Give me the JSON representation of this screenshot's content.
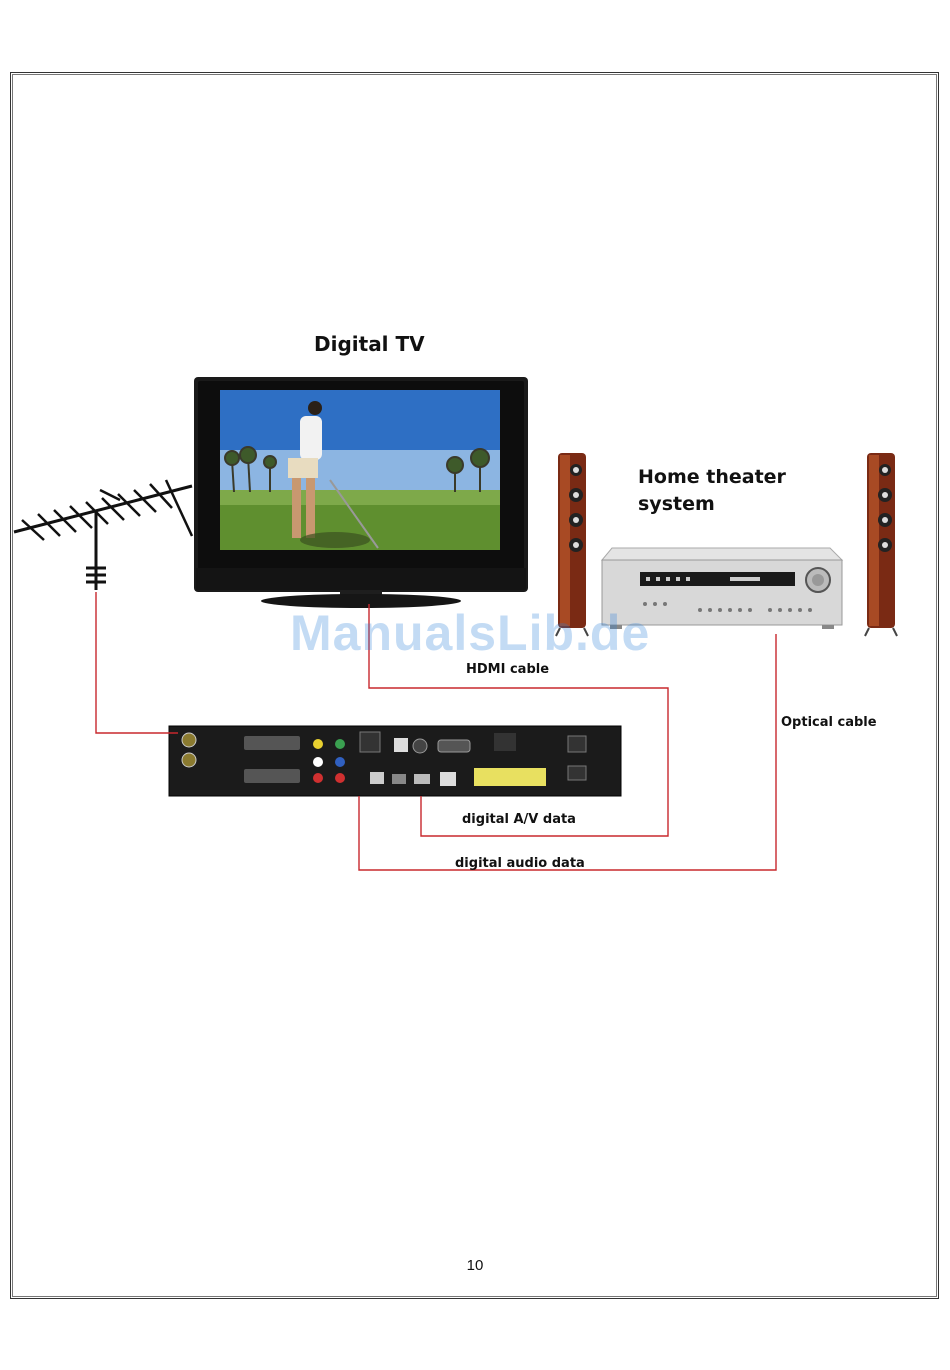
{
  "diagram": {
    "tv_label": "Digital TV",
    "home_theater_label": "Home theater system",
    "hdmi_cable_label": "HDMI cable",
    "optical_cable_label": "Optical cable",
    "digital_av_label": "digital A/V data",
    "digital_audio_label": "digital audio data",
    "cable_color": "#c8282d"
  },
  "page": {
    "number": "10"
  },
  "watermark": {
    "text": "ManualsLib.de"
  }
}
